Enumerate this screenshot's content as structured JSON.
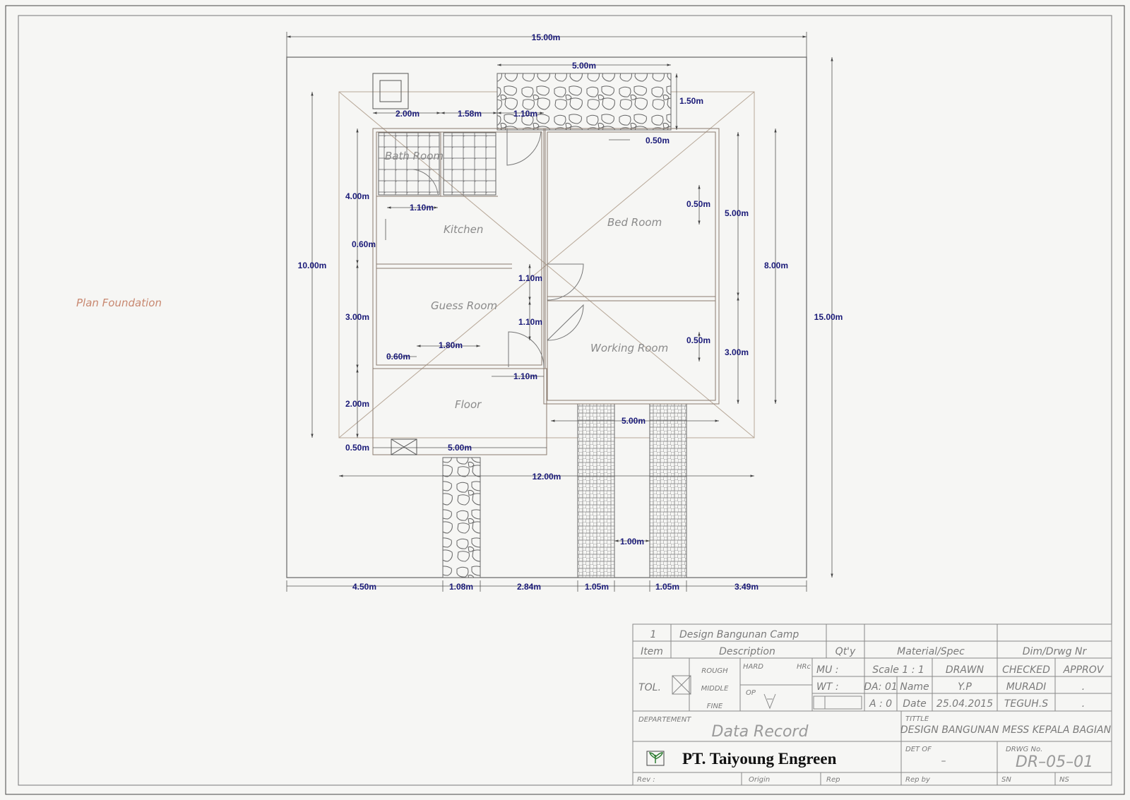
{
  "side_label": "Plan Foundation",
  "rooms": {
    "bath": "Bath Room",
    "kitchen": "Kitchen",
    "bed": "Bed Room",
    "guess": "Guess Room",
    "working": "Working Room",
    "floor": "Floor"
  },
  "dims": {
    "top_overall": "15.00m",
    "top_stone": "5.00m",
    "top_2": "2.00m",
    "top_158": "1.58m",
    "top_110": "1.10m",
    "top_150": "1.50m",
    "bed_050": "0.50m",
    "left_400": "4.00m",
    "left_1000": "10.00m",
    "bath_110": "1.10m",
    "kitchen_060": "0.60m",
    "left_300": "3.00m",
    "guess_180": "1.80m",
    "guess_060": "0.60m",
    "guess_door_110": "1.10m",
    "left_200": "2.00m",
    "left_050": "0.50m",
    "front_500": "5.00m",
    "overall_1200": "12.00m",
    "mid_110a": "1.10m",
    "mid_110b": "1.10m",
    "bed_050b": "0.50m",
    "bed_500": "5.00m",
    "right_800": "8.00m",
    "right_1500": "15.00m",
    "work_050": "0.50m",
    "work_300": "3.00m",
    "path_500": "5.00m",
    "path_100": "1.00m",
    "bot_450": "4.50m",
    "bot_108": "1.08m",
    "bot_284": "2.84m",
    "bot_105a": "1.05m",
    "bot_105b": "1.05m",
    "bot_349": "3.49m"
  },
  "title_block": {
    "item_no": "1",
    "item_desc": "Design Bangunan Camp",
    "hdr_item": "Item",
    "hdr_desc": "Description",
    "hdr_qty": "Qt'y",
    "hdr_mat": "Material/Spec",
    "hdr_dim": "Dim/Drwg Nr",
    "tol": "TOL.",
    "rough": "ROUGH",
    "middle": "MIDDLE",
    "fine": "FINE",
    "hard": "HARD",
    "hrc": "HRc",
    "op": "OP",
    "mu": "MU :",
    "wt": "WT :",
    "scale": "Scale 1 : 1",
    "drawn": "DRAWN",
    "checked": "CHECKED",
    "approv": "APPROV",
    "da": "DA: 01",
    "a0": "A : 0",
    "name": "Name",
    "date": "Date",
    "drawn_name": "Y.P",
    "drawn_date": "25.04.2015",
    "checked_name": "MURADI",
    "checked_date": "TEGUH.S",
    "approv_name": ".",
    "approv_date": ".",
    "dept_label": "DEPARTEMENT",
    "dept_value": "Data Record",
    "title_label": "TITTLE",
    "title_value": "DESIGN BANGUNAN MESS KEPALA BAGIAN",
    "company": "PT. Taiyoung Engreen",
    "det_label": "DET OF",
    "det_value": "–",
    "drwg_label": "DRWG No.",
    "drwg_value": "DR–05–01",
    "rev": "Rev :",
    "origin": "Origin",
    "rep": "Rep",
    "rep_by": "Rep by",
    "sn": "SN",
    "ns": "NS"
  }
}
